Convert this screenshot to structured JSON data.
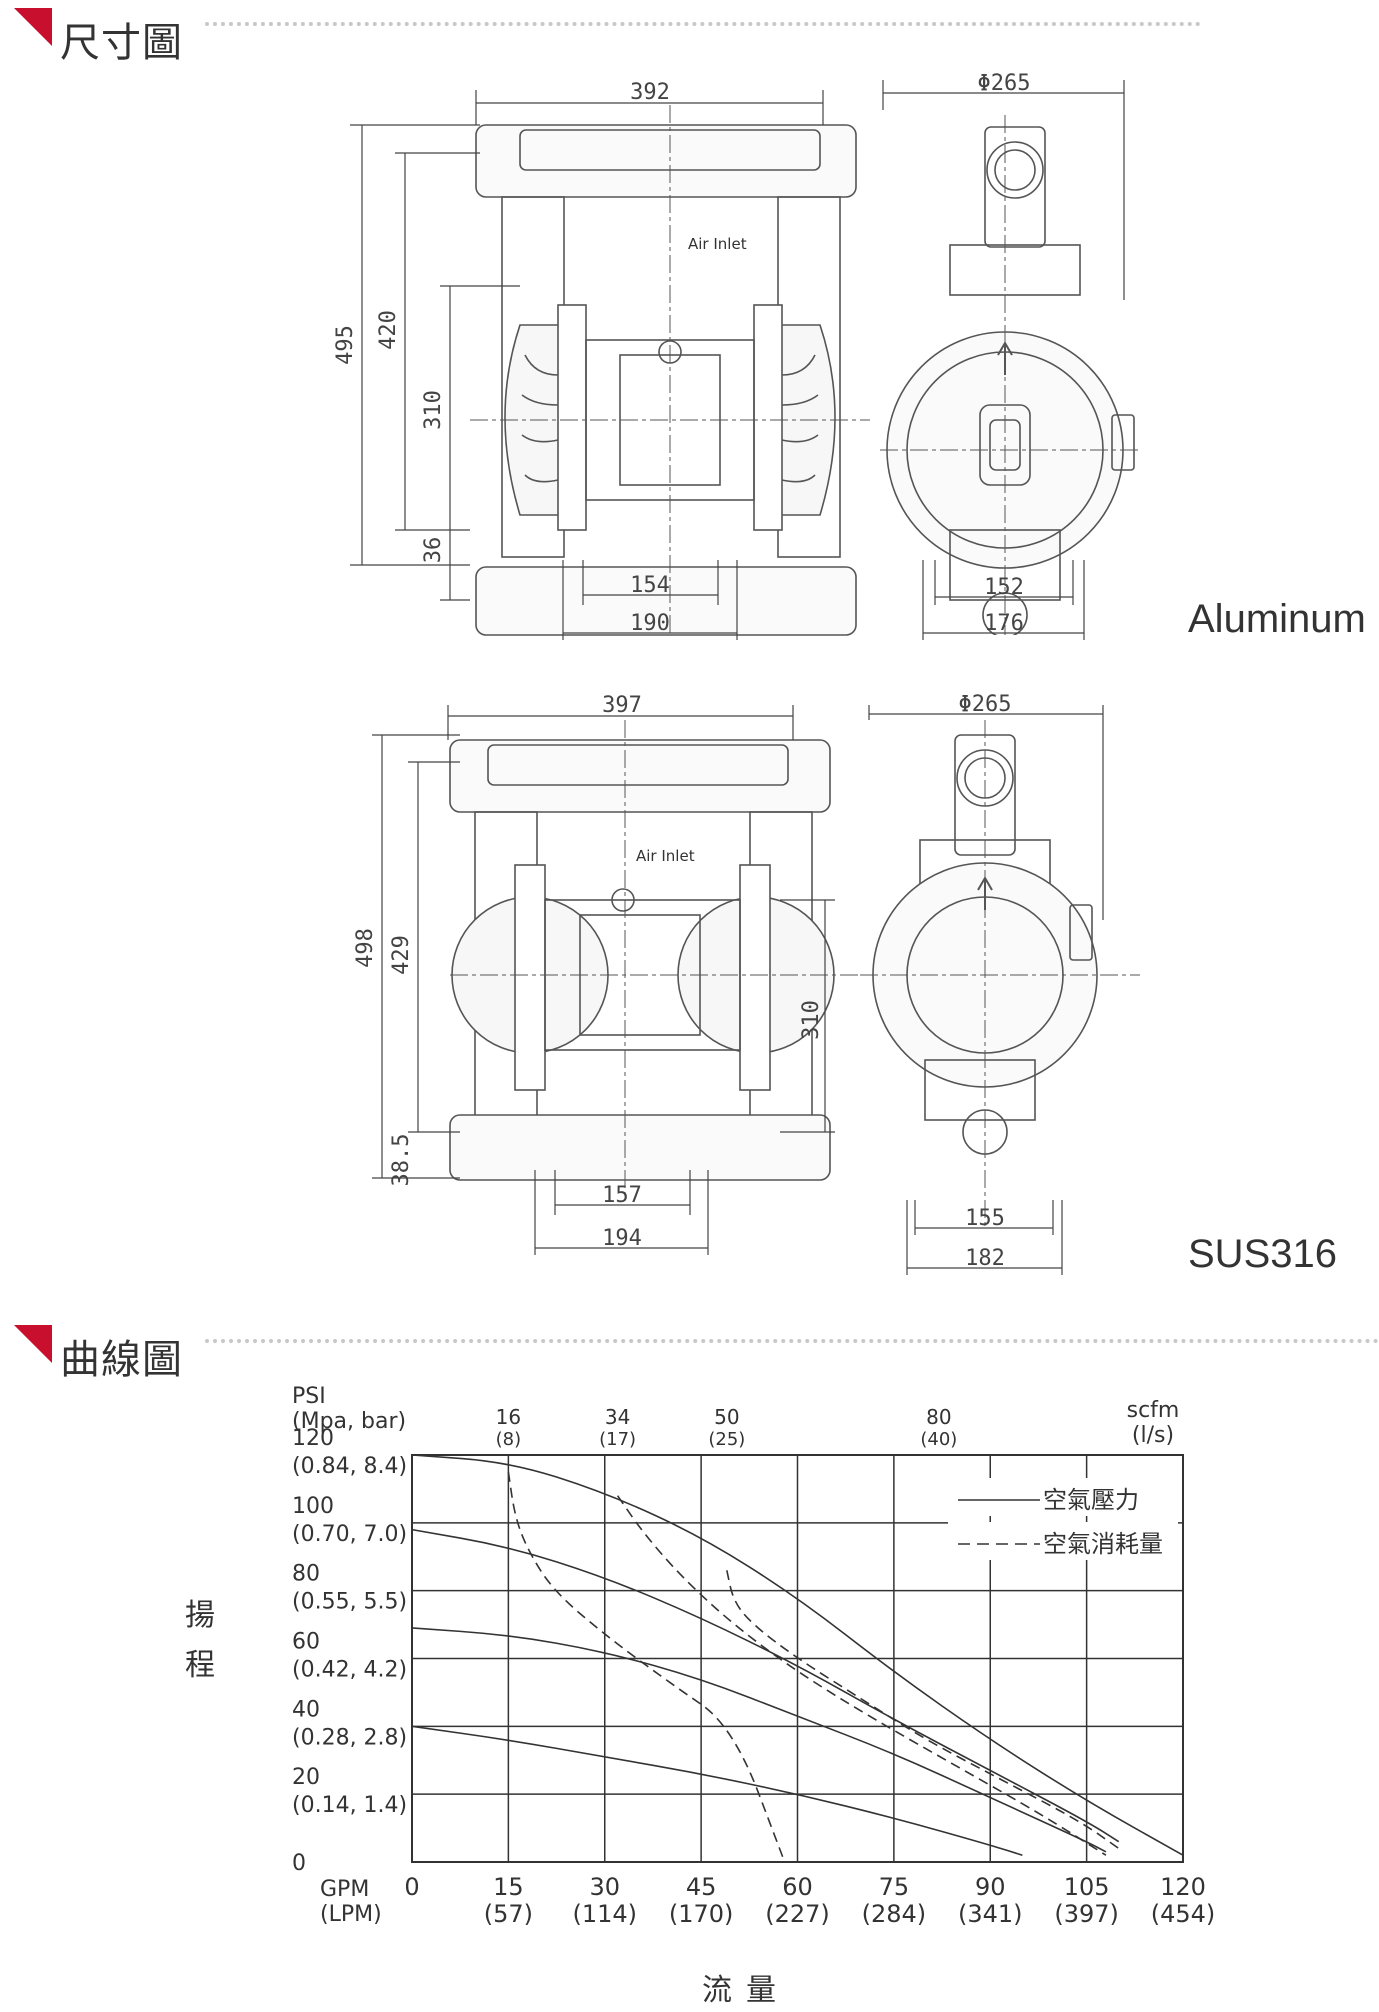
{
  "sections": {
    "dimensions": {
      "title": "尺寸圖"
    },
    "curve": {
      "title": "曲線圖"
    }
  },
  "aluminum": {
    "material": "Aluminum",
    "air_inlet": "Air Inlet",
    "dims": {
      "width": "392",
      "height_total": "495",
      "height_420": "420",
      "height_310": "310",
      "base_36": "36",
      "foot_154": "154",
      "foot_190": "190",
      "dia": "Φ265",
      "side_152": "152",
      "side_176": "176"
    }
  },
  "sus316": {
    "material": "SUS316",
    "air_inlet": "Air Inlet",
    "dims": {
      "width": "397",
      "height_total": "498",
      "height_429": "429",
      "height_310": "310",
      "base_38": "38.5",
      "foot_157": "157",
      "foot_194": "194",
      "dia": "Φ265",
      "side_155": "155",
      "side_182": "182"
    }
  },
  "chart_data": {
    "type": "line",
    "ylabel": "揚程",
    "xlabel": "流量",
    "y_axis_title": [
      "PSI",
      "(Mpa, bar)"
    ],
    "x_axis_title": [
      "GPM",
      "(LPM)"
    ],
    "top_axis_title": [
      "scfm",
      "(l/s)"
    ],
    "y_ticks": [
      {
        "value": 120,
        "label": "120",
        "sub": "(0.84, 8.4)"
      },
      {
        "value": 100,
        "label": "100",
        "sub": "(0.70, 7.0)"
      },
      {
        "value": 80,
        "label": "80",
        "sub": "(0.55, 5.5)"
      },
      {
        "value": 60,
        "label": "60",
        "sub": "(0.42, 4.2)"
      },
      {
        "value": 40,
        "label": "40",
        "sub": "(0.28, 2.8)"
      },
      {
        "value": 20,
        "label": "20",
        "sub": "(0.14, 1.4)"
      },
      {
        "value": 0,
        "label": "0",
        "sub": ""
      }
    ],
    "x_ticks": [
      {
        "value": 0,
        "label": "0",
        "sub": ""
      },
      {
        "value": 15,
        "label": "15",
        "sub": "(57)"
      },
      {
        "value": 30,
        "label": "30",
        "sub": "(114)"
      },
      {
        "value": 45,
        "label": "45",
        "sub": "(170)"
      },
      {
        "value": 60,
        "label": "60",
        "sub": "(227)"
      },
      {
        "value": 75,
        "label": "75",
        "sub": "(284)"
      },
      {
        "value": 90,
        "label": "90",
        "sub": "(341)"
      },
      {
        "value": 105,
        "label": "105",
        "sub": "(397)"
      },
      {
        "value": 120,
        "label": "120",
        "sub": "(454)"
      }
    ],
    "top_ticks": [
      {
        "value": 15,
        "label": "16",
        "sub": "(8)"
      },
      {
        "value": 32,
        "label": "34",
        "sub": "(17)"
      },
      {
        "value": 49,
        "label": "50",
        "sub": "(25)"
      },
      {
        "value": 82,
        "label": "80",
        "sub": "(40)"
      }
    ],
    "xlim": [
      0,
      120
    ],
    "ylim": [
      0,
      120
    ],
    "legend": [
      {
        "label": "空氣壓力",
        "style": "solid"
      },
      {
        "label": "空氣消耗量",
        "style": "dashed"
      }
    ],
    "legend_position": "top-right",
    "grid": true,
    "series": [
      {
        "style": "solid",
        "points": [
          [
            0,
            120
          ],
          [
            15,
            118
          ],
          [
            30,
            109
          ],
          [
            45,
            96
          ],
          [
            60,
            78
          ],
          [
            75,
            56
          ],
          [
            90,
            36
          ],
          [
            105,
            18
          ],
          [
            120,
            2
          ]
        ]
      },
      {
        "style": "solid",
        "points": [
          [
            0,
            98
          ],
          [
            15,
            93
          ],
          [
            30,
            84
          ],
          [
            45,
            72
          ],
          [
            60,
            58
          ],
          [
            75,
            42
          ],
          [
            90,
            27
          ],
          [
            105,
            12
          ],
          [
            110,
            6
          ]
        ]
      },
      {
        "style": "solid",
        "points": [
          [
            0,
            69
          ],
          [
            15,
            67
          ],
          [
            30,
            62
          ],
          [
            45,
            54
          ],
          [
            60,
            43
          ],
          [
            75,
            32
          ],
          [
            90,
            19
          ],
          [
            105,
            6
          ],
          [
            108,
            3
          ]
        ]
      },
      {
        "style": "solid",
        "points": [
          [
            0,
            40
          ],
          [
            15,
            36
          ],
          [
            30,
            31
          ],
          [
            45,
            26
          ],
          [
            60,
            20
          ],
          [
            75,
            13
          ],
          [
            90,
            5
          ],
          [
            95,
            2
          ]
        ]
      },
      {
        "style": "dashed",
        "points": [
          [
            15,
            115
          ],
          [
            16,
            102
          ],
          [
            18,
            92
          ],
          [
            22,
            80
          ],
          [
            30,
            67
          ],
          [
            40,
            53
          ],
          [
            50,
            40
          ],
          [
            58,
            0
          ]
        ]
      },
      {
        "style": "dashed",
        "points": [
          [
            32,
            108
          ],
          [
            36,
            97
          ],
          [
            42,
            84
          ],
          [
            50,
            70
          ],
          [
            60,
            56
          ],
          [
            72,
            42
          ],
          [
            85,
            28
          ],
          [
            98,
            14
          ],
          [
            108,
            2
          ]
        ]
      },
      {
        "style": "dashed",
        "points": [
          [
            49,
            86
          ],
          [
            50,
            77
          ],
          [
            53,
            70
          ],
          [
            60,
            60
          ],
          [
            70,
            48
          ],
          [
            80,
            36
          ],
          [
            92,
            24
          ],
          [
            104,
            12
          ],
          [
            110,
            4
          ]
        ]
      }
    ]
  }
}
